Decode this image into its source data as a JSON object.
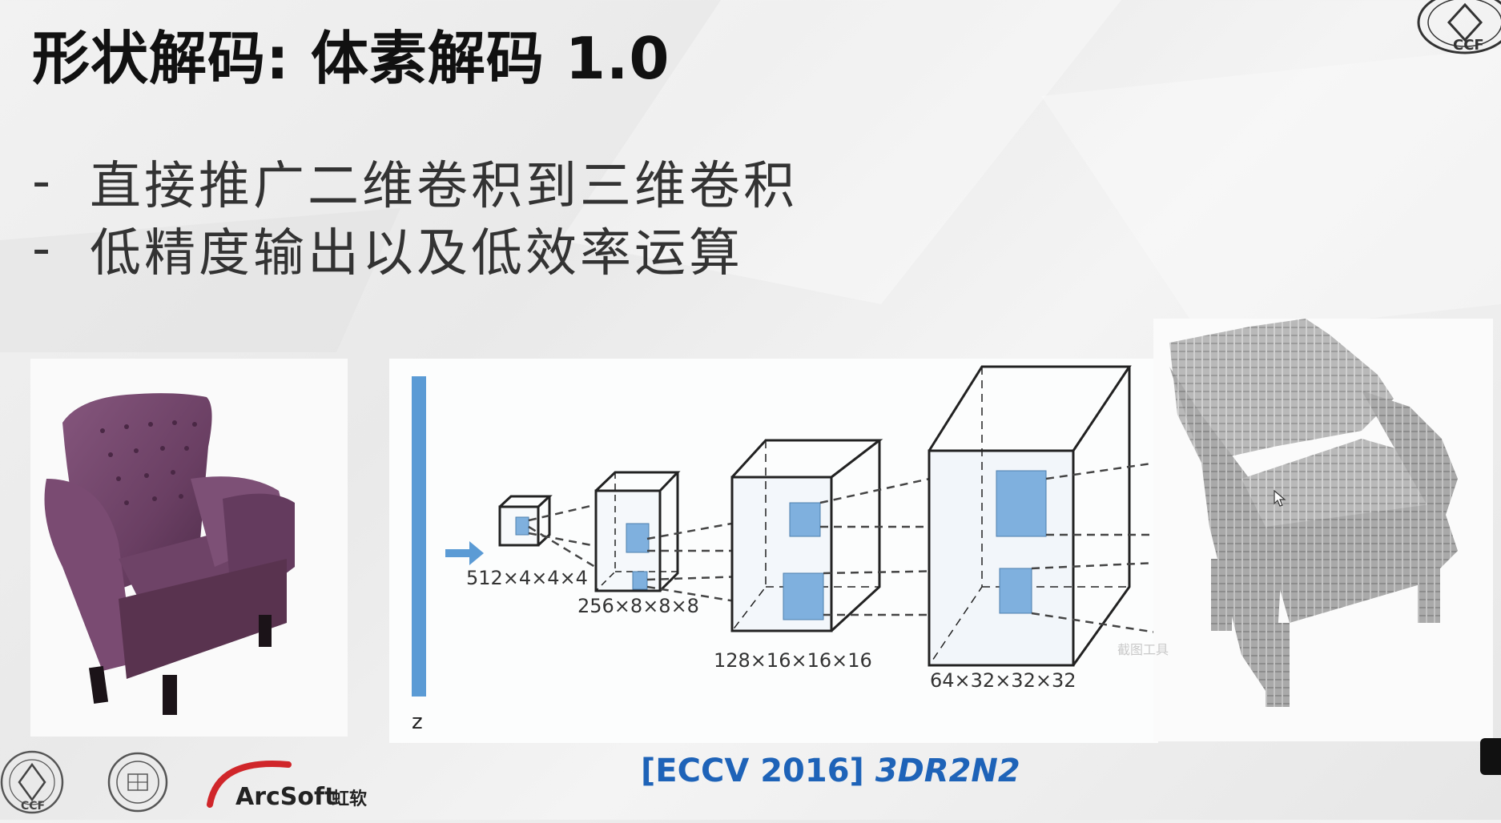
{
  "slide": {
    "title": "形状解码: 体素解码 1.0",
    "bullets": [
      {
        "dash": "-",
        "text": "直接推广二维卷积到三维卷积"
      },
      {
        "dash": "-",
        "text": "低精度输出以及低效率运算"
      }
    ],
    "citation_venue": "[ECCV 2016]",
    "citation_name": "3DR2N2"
  },
  "network": {
    "latent_label": "z",
    "layers": [
      {
        "label": "512×4×4×4"
      },
      {
        "label": "256×8×8×8"
      },
      {
        "label": "128×16×16×16"
      },
      {
        "label": "64×32×32×32"
      }
    ]
  },
  "logos": {
    "arcsoft_text": "ArcSoft",
    "arcsoft_cn": "虹软",
    "ccf_text": "CCF"
  },
  "overlay": {
    "tool_label": "截图工具"
  },
  "colors": {
    "title": "#111111",
    "citation": "#1e63b8",
    "latent_bar": "#5b9bd5",
    "small_cube": "#7fb0de",
    "chair": "#6a3f63",
    "arcsoft_red": "#d0262a"
  }
}
